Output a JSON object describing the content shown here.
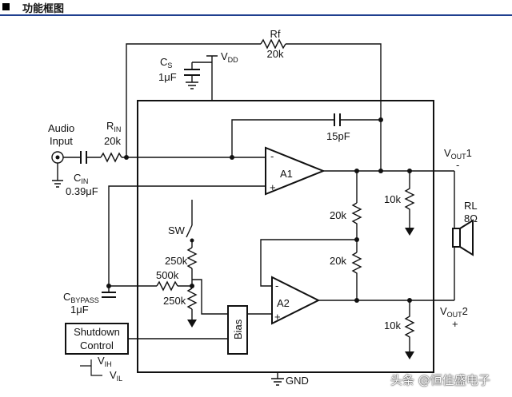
{
  "header": {
    "title": "功能框图"
  },
  "labels": {
    "rf": "Rf",
    "rf_val": "20k",
    "cs": "C",
    "cs_sub": "S",
    "cs_val": "1μF",
    "vdd": "V",
    "vdd_sub": "DD",
    "audio1": "Audio",
    "audio2": "Input",
    "rin": "R",
    "rin_sub": "IN",
    "rin_val": "20k",
    "cin": "C",
    "cin_sub": "IN",
    "cin_val": "0.39μF",
    "cap15": "15pF",
    "a1": "A1",
    "a2": "A2",
    "minus": "-",
    "plus": "+",
    "vout1": "V",
    "vout1_sub": "OUT",
    "vout1_num": "1",
    "vout1_sign": "-",
    "vout2": "V",
    "vout2_sub": "OUT",
    "vout2_num": "2",
    "vout2_sign": "+",
    "rl": "RL",
    "rl_val": "8Ω",
    "r10k_top": "10k",
    "r10k_bot": "10k",
    "r20k_a": "20k",
    "r20k_b": "20k",
    "sw": "SW",
    "r250k_a": "250k",
    "r500k": "500k",
    "r250k_b": "250k",
    "cbyp": "C",
    "cbyp_sub": "BYPASS",
    "cbyp_val": "1μF",
    "bias": "Bias",
    "shutdown1": "Shutdown",
    "shutdown2": "Control",
    "vih": "V",
    "vih_sub": "IH",
    "vil": "V",
    "vil_sub": "IL",
    "gnd": "GND"
  },
  "watermark": "头条 @恒佳盛电子"
}
